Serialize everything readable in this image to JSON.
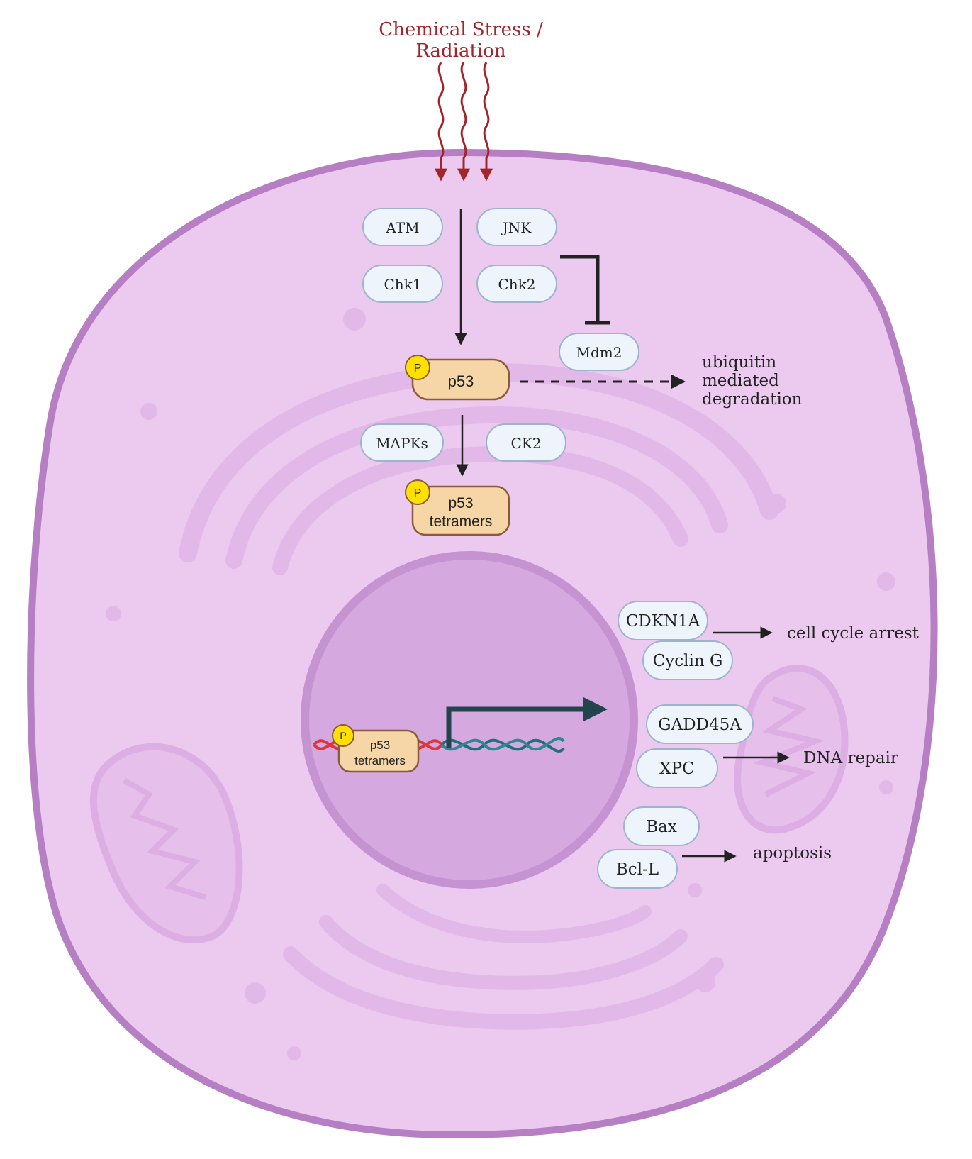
{
  "stimulus": {
    "label_line1": "Chemical Stress /",
    "label_line2": "Radiation"
  },
  "kinases": {
    "atm": "ATM",
    "jnk": "JNK",
    "chk1": "Chk1",
    "chk2": "Chk2",
    "mdm2": "Mdm2",
    "mapks": "MAPKs",
    "ck2": "CK2"
  },
  "p53": {
    "phospho_badge": "P",
    "monomer": "p53",
    "tetramer_line1": "p53",
    "tetramer_line2": "tetramers"
  },
  "degradation": {
    "line1": "ubiquitin",
    "line2": "mediated",
    "line3": "degradation"
  },
  "targets": {
    "cdkn1a": "CDKN1A",
    "cyclin_g": "Cyclin G",
    "gadd45a": "GADD45A",
    "xpc": "XPC",
    "bax": "Bax",
    "bcl_l": "Bcl-L"
  },
  "outcomes": {
    "cell_cycle_arrest": "cell cycle arrest",
    "dna_repair": "DNA repair",
    "apoptosis": "apoptosis"
  },
  "colors": {
    "cell_fill": "#eccaf0",
    "cell_border": "#b67fc4",
    "nucleus_fill": "#d6a8e0",
    "protein_pill": "#eef4fb",
    "p53_fill": "#f6d6a6",
    "phospho_yellow": "#ffe000",
    "stress_red": "#a3242b",
    "dna_teal": "#1d6f7c",
    "dna_red": "#e0353a",
    "tss_arrow": "#20454d"
  }
}
